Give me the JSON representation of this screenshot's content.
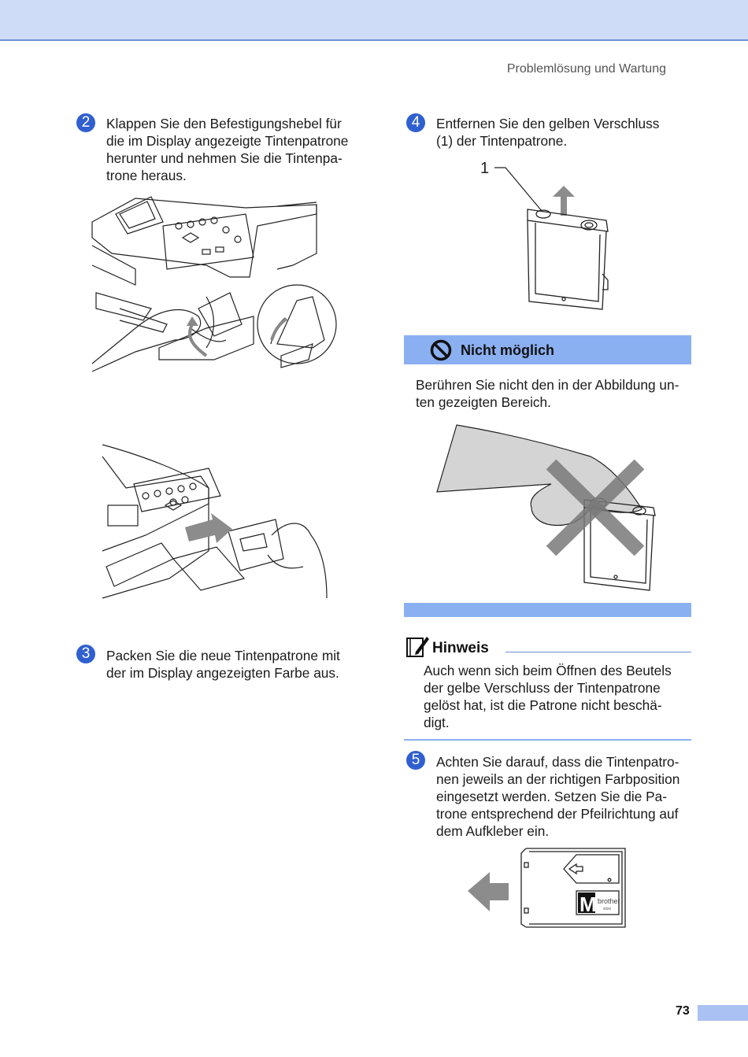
{
  "header": {
    "running_head": "Problemlösung und Wartung"
  },
  "steps": [
    {
      "num": "2",
      "text_lines": [
        "Klappen Sie den Befestigungshebel für",
        "die im Display angezeigte Tintenpatrone",
        "herunter und nehmen Sie die Tintenpa-",
        "trone heraus."
      ]
    },
    {
      "num": "3",
      "text_lines": [
        "Packen Sie die neue Tintenpatrone mit",
        "der im Display angezeigten Farbe aus."
      ]
    },
    {
      "num": "4",
      "text_lines": [
        "Entfernen Sie den gelben Verschluss",
        "(1) der Tintenpatrone."
      ]
    },
    {
      "num": "5",
      "text_lines": [
        "Achten Sie darauf, dass die Tintenpatro-",
        "nen jeweils an der richtigen Farbposition",
        "eingesetzt werden. Setzen Sie die Pa-",
        "trone entsprechend der Pfeilrichtung auf",
        "dem Aufkleber ein."
      ]
    }
  ],
  "figure_cap": {
    "callout": "1"
  },
  "nicht_moeglich": {
    "title": "Nicht möglich",
    "text_lines": [
      "Berühren Sie nicht den in der Abbildung un-",
      "ten gezeigten Bereich."
    ]
  },
  "hinweis": {
    "title": "Hinweis",
    "text_lines": [
      "Auch wenn sich beim Öffnen des Beutels",
      "der gelbe Verschluss der Tintenpatrone",
      "gelöst hat, ist die Patrone nicht beschä-",
      "digt."
    ]
  },
  "label_figure": {
    "letter": "M",
    "brand": "brother",
    "code": "xxxx"
  },
  "colors": {
    "accent": "#2f5fd0",
    "band": "#8bb0f2",
    "topband": "#cfdcf7",
    "arrow": "#8c8c8c"
  },
  "icons": {
    "prohibited": "prohibited-icon",
    "note": "note-pencil-icon"
  },
  "footer": {
    "page_number": "73"
  }
}
